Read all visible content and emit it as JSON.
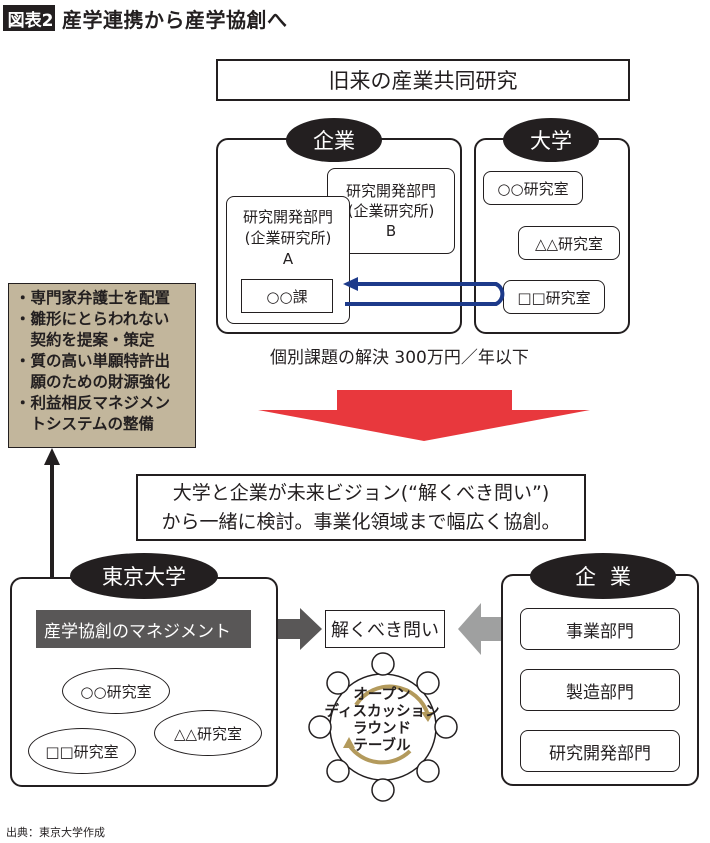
{
  "header": {
    "badge": "図表2",
    "title": "産学連携から産学協創へ"
  },
  "old_model": {
    "title": "旧来の産業共同研究",
    "company": {
      "label": "企業",
      "dept_b": [
        "研究開発部門",
        "(企業研究所)",
        "B"
      ],
      "dept_a": [
        "研究開発部門",
        "(企業研究所)",
        "A"
      ],
      "section": "○○課"
    },
    "university": {
      "label": "大学",
      "labs": [
        "○○研究室",
        "△△研究室",
        "□□研究室"
      ]
    },
    "caption": "個別課題の解決 300万円／年以下"
  },
  "management_box": {
    "items": [
      "・専門家弁護士を配置",
      "・雛形にとらわれない",
      "　契約を提案・策定",
      "・質の高い単願特許出",
      "　願のための財源強化",
      "・利益相反マネジメン",
      "　トシステムの整備"
    ]
  },
  "vision": {
    "lines": [
      "大学と企業が未来ビジョン(“解くべき問い”)",
      "から一緒に検討。事業化領域まで幅広く協創。"
    ]
  },
  "new_model": {
    "university": {
      "label": "東京大学",
      "management_bar": "産学協創のマネジメント",
      "labs": [
        "○○研究室",
        "△△研究室",
        "□□研究室"
      ]
    },
    "question": "解くべき問い",
    "roundtable": [
      "オープン",
      "ディスカッション",
      "ラウンド",
      "テーブル"
    ],
    "company": {
      "label": "企業",
      "departments": [
        "事業部門",
        "製造部門",
        "研究開発部門"
      ]
    }
  },
  "source": "出典：東京大学作成",
  "colors": {
    "dark": "#231f20",
    "beige": "#c2b69c",
    "red_arrow": "#e8383d",
    "blue_arrow": "#1d3a8a",
    "gray_bar": "#595757",
    "light_gray_arrow": "#9fa0a0",
    "gold": "#b39a5c"
  }
}
